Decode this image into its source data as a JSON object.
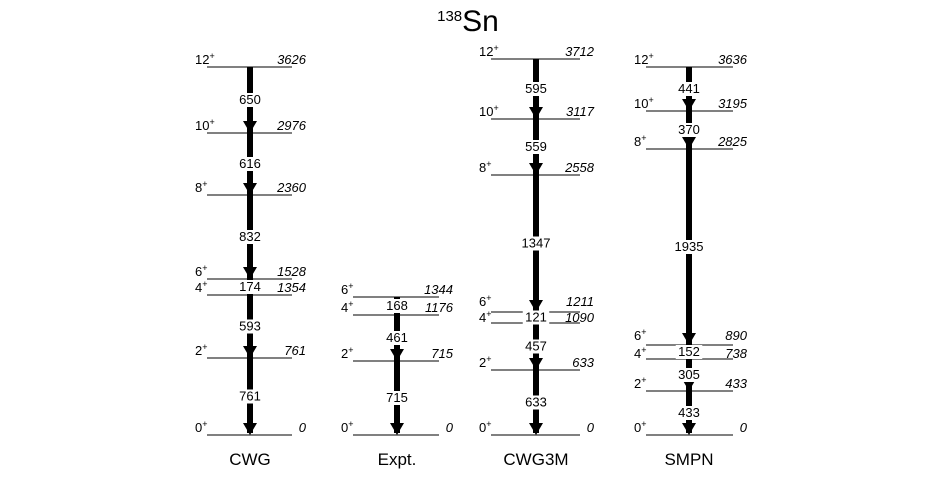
{
  "title": {
    "mass": "138",
    "element": "Sn"
  },
  "line_color": "#000000",
  "columns": [
    {
      "name": "CWG",
      "levels": [
        {
          "spin": "12",
          "parity": "+",
          "energy": "3626"
        },
        {
          "spin": "10",
          "parity": "+",
          "energy": "2976"
        },
        {
          "spin": "8",
          "parity": "+",
          "energy": "2360"
        },
        {
          "spin": "6",
          "parity": "+",
          "energy": "1528"
        },
        {
          "spin": "4",
          "parity": "+",
          "energy": "1354"
        },
        {
          "spin": "2",
          "parity": "+",
          "energy": "761"
        },
        {
          "spin": "0",
          "parity": "+",
          "energy": "0"
        }
      ],
      "transitions": [
        "650",
        "616",
        "832",
        "174",
        "593",
        "761"
      ]
    },
    {
      "name": "Expt.",
      "levels": [
        {
          "spin": "6",
          "parity": "+",
          "energy": "1344"
        },
        {
          "spin": "4",
          "parity": "+",
          "energy": "1176"
        },
        {
          "spin": "2",
          "parity": "+",
          "energy": "715"
        },
        {
          "spin": "0",
          "parity": "+",
          "energy": "0"
        }
      ],
      "transitions": [
        "168",
        "461",
        "715"
      ]
    },
    {
      "name": "CWG3M",
      "levels": [
        {
          "spin": "12",
          "parity": "+",
          "energy": "3712"
        },
        {
          "spin": "10",
          "parity": "+",
          "energy": "3117"
        },
        {
          "spin": "8",
          "parity": "+",
          "energy": "2558"
        },
        {
          "spin": "6",
          "parity": "+",
          "energy": "1211"
        },
        {
          "spin": "4",
          "parity": "+",
          "energy": "1090"
        },
        {
          "spin": "2",
          "parity": "+",
          "energy": "633"
        },
        {
          "spin": "0",
          "parity": "+",
          "energy": "0"
        }
      ],
      "transitions": [
        "595",
        "559",
        "1347",
        "121",
        "457",
        "633"
      ]
    },
    {
      "name": "SMPN",
      "levels": [
        {
          "spin": "12",
          "parity": "+",
          "energy": "3636"
        },
        {
          "spin": "10",
          "parity": "+",
          "energy": "3195"
        },
        {
          "spin": "8",
          "parity": "+",
          "energy": "2825"
        },
        {
          "spin": "6",
          "parity": "+",
          "energy": "890"
        },
        {
          "spin": "4",
          "parity": "+",
          "energy": "738"
        },
        {
          "spin": "2",
          "parity": "+",
          "energy": "433"
        },
        {
          "spin": "0",
          "parity": "+",
          "energy": "0"
        }
      ],
      "transitions": [
        "441",
        "370",
        "1935",
        "152",
        "305",
        "433"
      ]
    }
  ]
}
